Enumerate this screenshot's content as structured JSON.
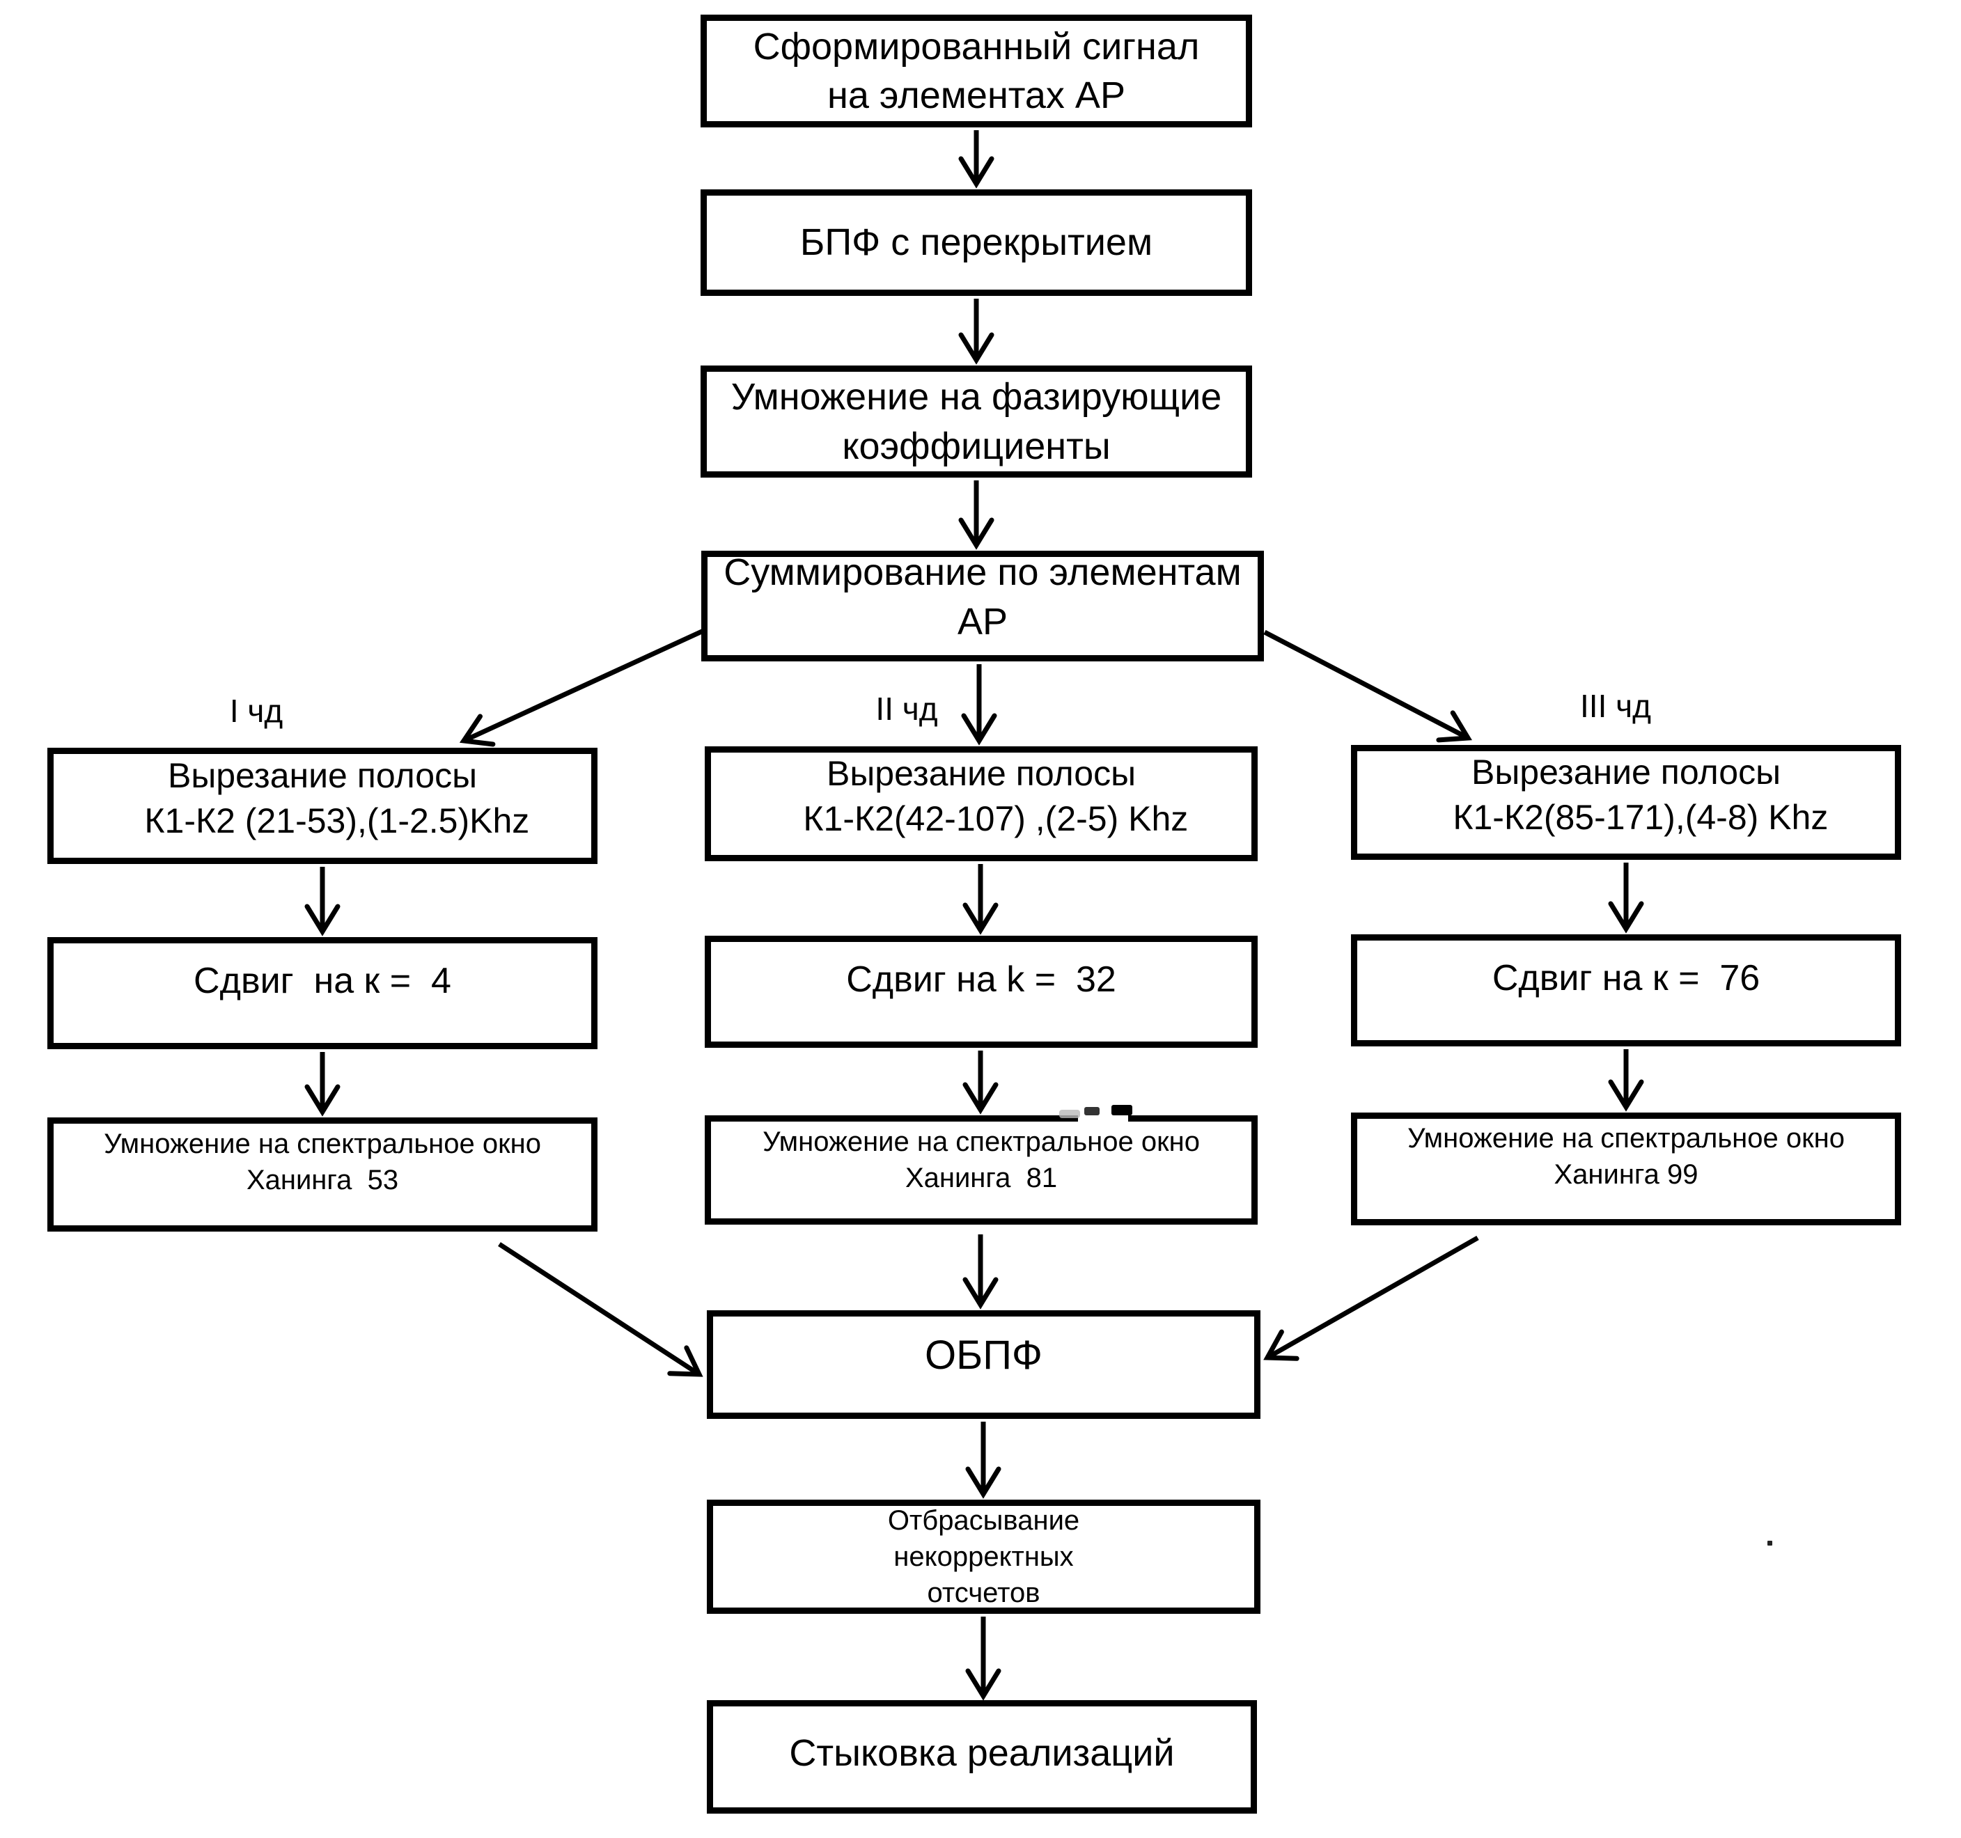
{
  "page": {
    "background": "#ffffff",
    "ink": "#000000"
  },
  "flowchart": {
    "preprocess": [
      {
        "key": "signal",
        "label": "Сформированный сигнал\nна элементах АР"
      },
      {
        "key": "fft",
        "label": "БПФ с перекрытием"
      },
      {
        "key": "phasing",
        "label": "Умножение на фазирующие\nкоэффициенты"
      },
      {
        "key": "summation",
        "label": "Суммирование по элементам АР"
      }
    ],
    "branch_labels": [
      {
        "label": "I чд"
      },
      {
        "label": "II чд"
      },
      {
        "label": "III чд"
      }
    ],
    "branches": [
      {
        "band": "Вырезание полосы\n   К1-К2 (21-53),(1-2.5)Khz",
        "shift": "Сдвиг  на к =  4",
        "window": "Умножение на спектральное окно\nХанинга  53"
      },
      {
        "band": "Вырезание полосы\n   К1-К2(42-107) ,(2-5) Khz",
        "shift": "Сдвиг на k =  32",
        "window": "Умножение на спектральное окно\nХанинга  81"
      },
      {
        "band": "Вырезание полосы\n   К1-К2(85-171),(4-8) Khz",
        "shift": "Сдвиг на к =  76",
        "window": "Умножение на спектральное окно\nХанинга 99"
      }
    ],
    "postprocess": [
      {
        "key": "ifft",
        "label": "ОБПФ"
      },
      {
        "key": "discard",
        "label": "Отбрасывание\nнекорректных\nотсчетов"
      },
      {
        "key": "stitch",
        "label": "Стыковка реализаций"
      }
    ]
  }
}
